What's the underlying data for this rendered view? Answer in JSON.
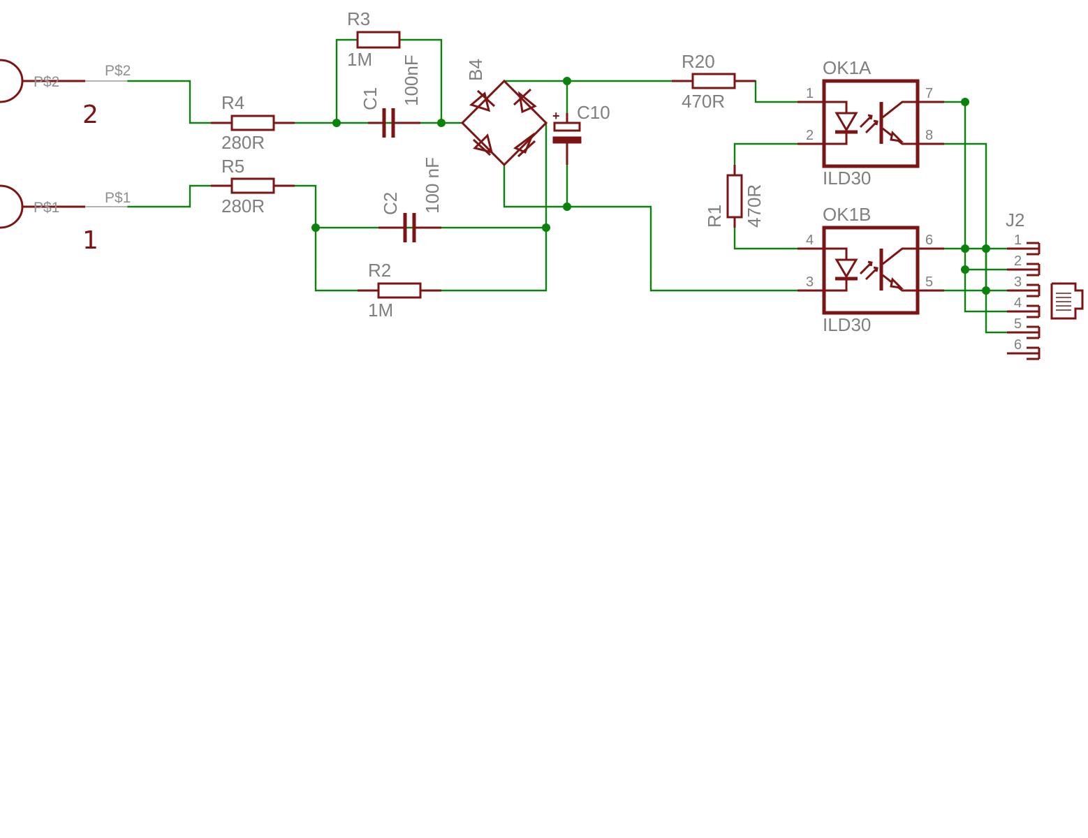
{
  "colors": {
    "wire": "#0b820b",
    "symbol": "#7d1414",
    "text": "#7f7f7f",
    "background": "#ffffff"
  },
  "inputs": {
    "p2": {
      "pad": "P$2",
      "pin": "P$2",
      "number": "2"
    },
    "p1": {
      "pad": "P$1",
      "pin": "P$1",
      "number": "1"
    }
  },
  "resistors": {
    "r3": {
      "name": "R3",
      "value": "1M"
    },
    "r4": {
      "name": "R4",
      "value": "280R"
    },
    "r5": {
      "name": "R5",
      "value": "280R"
    },
    "r2": {
      "name": "R2",
      "value": "1M"
    },
    "r20": {
      "name": "R20",
      "value": "470R"
    },
    "r1": {
      "name": "R1",
      "value": "470R"
    }
  },
  "capacitors": {
    "c1": {
      "name": "C1",
      "value": "100nF"
    },
    "c2": {
      "name": "C2",
      "value": "100 nF"
    },
    "c10": {
      "name": "C10",
      "polarity": "+"
    }
  },
  "bridge": {
    "name": "B4"
  },
  "optocouplers": {
    "ok1a": {
      "name": "OK1A",
      "part": "ILD30",
      "pins": [
        "1",
        "2",
        "7",
        "8"
      ]
    },
    "ok1b": {
      "name": "OK1B",
      "part": "ILD30",
      "pins": [
        "4",
        "3",
        "6",
        "5"
      ]
    }
  },
  "connector": {
    "name": "J2",
    "pins": [
      "1",
      "2",
      "3",
      "4",
      "5",
      "6"
    ]
  }
}
